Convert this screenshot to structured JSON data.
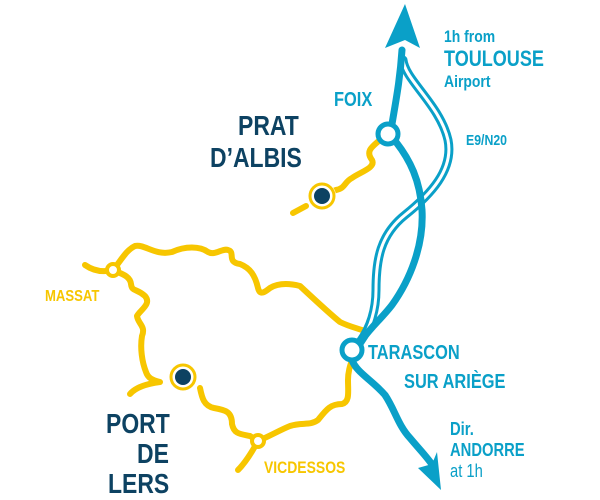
{
  "colors": {
    "road_blue": "#0aa0c8",
    "road_yellow": "#f7c600",
    "site_dark": "#0d4262"
  },
  "labels": {
    "airport_line1": "1h from",
    "airport_line2": "TOULOUSE",
    "airport_line3": "Airport",
    "foix": "FOIX",
    "highway": "E9/N20",
    "prat_line1": "PRAT",
    "prat_line2": "D’ALBIS",
    "massat": "MASSAT",
    "tarascon_line1": "TARASCON",
    "tarascon_line2": "SUR ARIÈGE",
    "andorre_line1": "Dir.",
    "andorre_line2": "ANDORRE",
    "andorre_line3": "at 1h",
    "port_line1": "PORT",
    "port_line2": "DE",
    "port_line3": "LERS",
    "vicdessos": "VICDESSOS"
  }
}
